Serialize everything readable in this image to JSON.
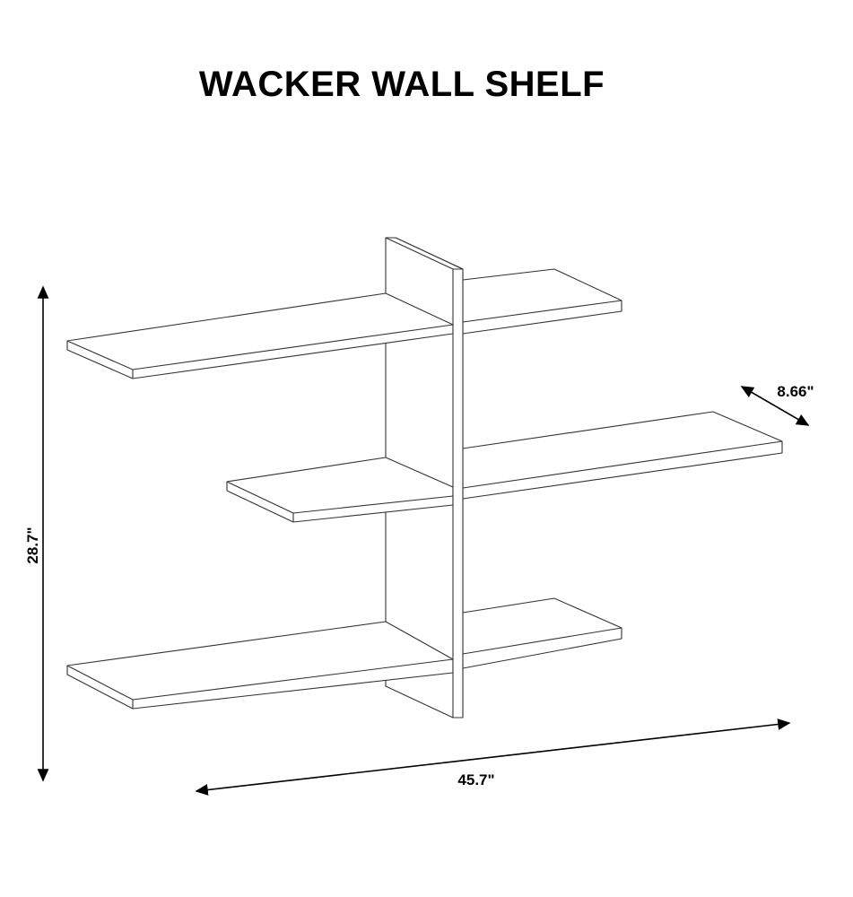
{
  "title": "WACKER WALL SHELF",
  "dimensions": {
    "height": "28.7\"",
    "width": "45.7\"",
    "depth": "8.66\""
  }
}
